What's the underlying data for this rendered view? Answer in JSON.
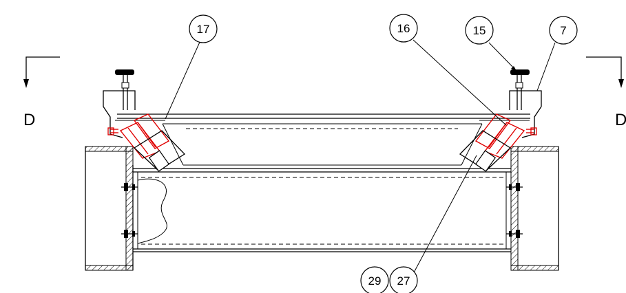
{
  "section_marks": [
    {
      "id": "left",
      "label": "D"
    },
    {
      "id": "right",
      "label": "D"
    }
  ],
  "callouts": [
    {
      "id": "c17",
      "label": "17"
    },
    {
      "id": "c16",
      "label": "16"
    },
    {
      "id": "c15",
      "label": "15"
    },
    {
      "id": "c7",
      "label": "7"
    },
    {
      "id": "c29",
      "label": "29"
    },
    {
      "id": "c27",
      "label": "27"
    }
  ],
  "colors": {
    "line": "#000000",
    "highlight": "#e00000",
    "background": "#ffffff"
  }
}
